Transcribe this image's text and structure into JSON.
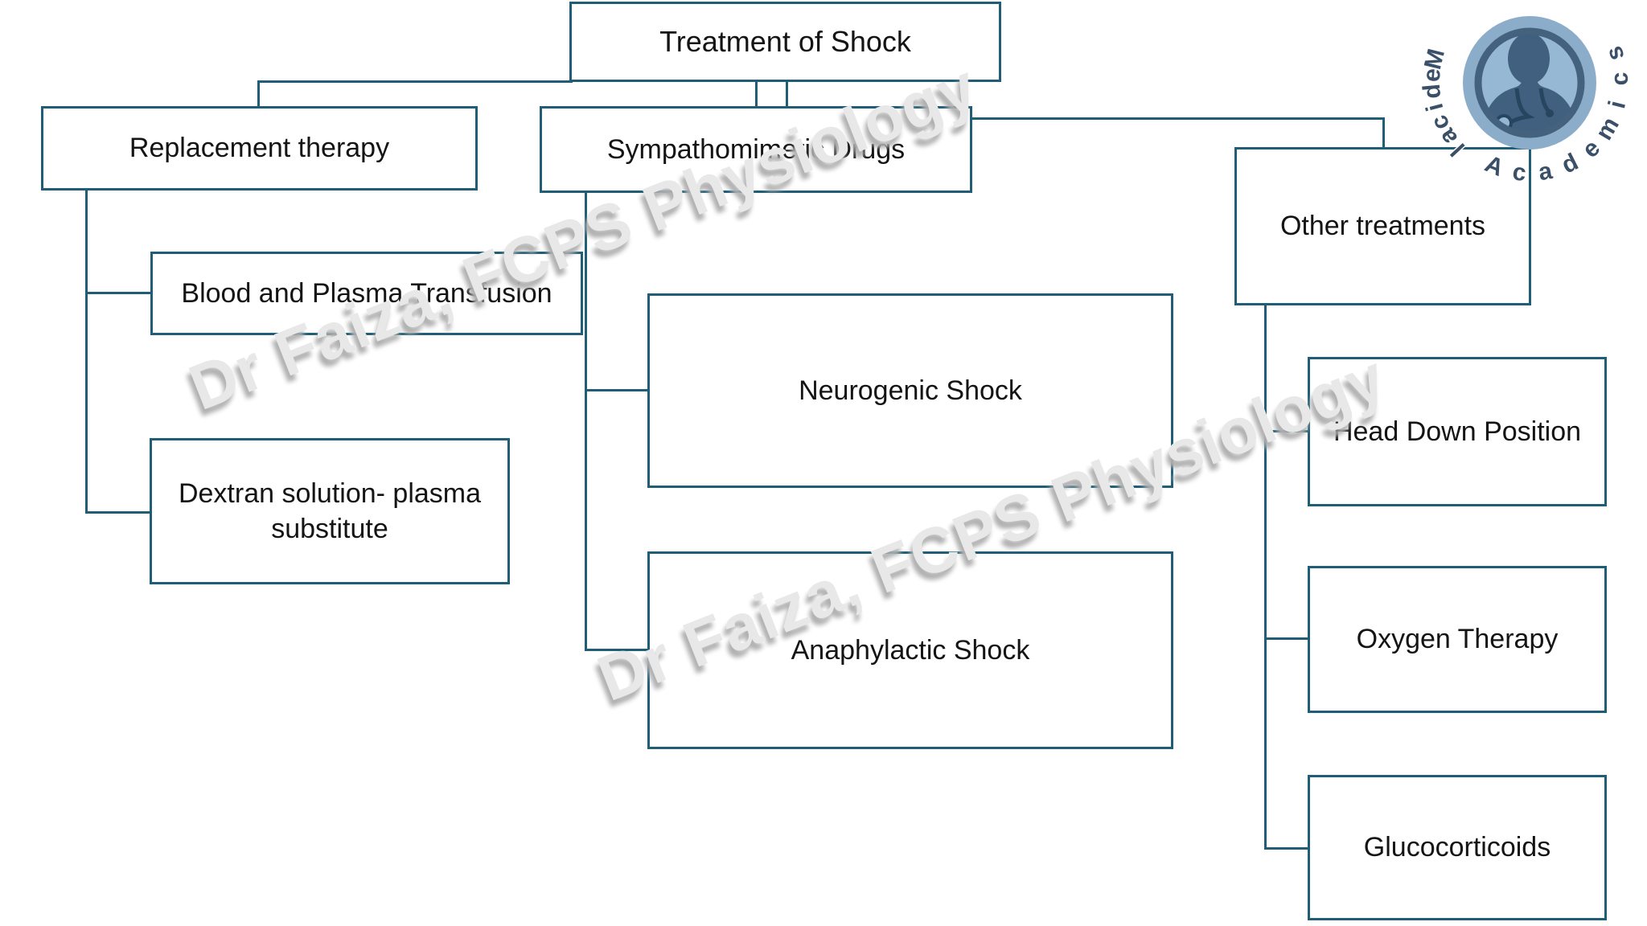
{
  "page": {
    "background": "#ffffff"
  },
  "colors": {
    "connector_line": "#205e77",
    "box_border": "#205e77",
    "box_fill": "#ffffff",
    "label_text": "#141414",
    "watermark_text": "#e8e8e8",
    "watermark_shadow": "#b0b0b0",
    "logo_outer_disk": "#8badca",
    "logo_ring": "#44617e",
    "logo_inner_disk": "#97b8d4",
    "logo_person": "#41607f",
    "logo_text": "#3a5068"
  },
  "diagram": {
    "root": {
      "label": "Treatment of Shock"
    },
    "branches": [
      {
        "label": "Replacement therapy",
        "children": [
          {
            "label": "Blood and Plasma Transfusion"
          },
          {
            "label": "Dextran solution- plasma substitute"
          }
        ]
      },
      {
        "label": "Sympathomimetic Drugs",
        "children": [
          {
            "label": "Neurogenic Shock"
          },
          {
            "label": "Anaphylactic Shock"
          }
        ]
      },
      {
        "label": "Other treatments",
        "children": [
          {
            "label": "Head Down Position"
          },
          {
            "label": "Oxygen Therapy"
          },
          {
            "label": "Glucocorticoids"
          }
        ]
      }
    ]
  },
  "watermark": {
    "text": "Dr Faiza, FCPS Physiology"
  },
  "logo": {
    "left_text": "Medical",
    "right_text": "Academics"
  }
}
